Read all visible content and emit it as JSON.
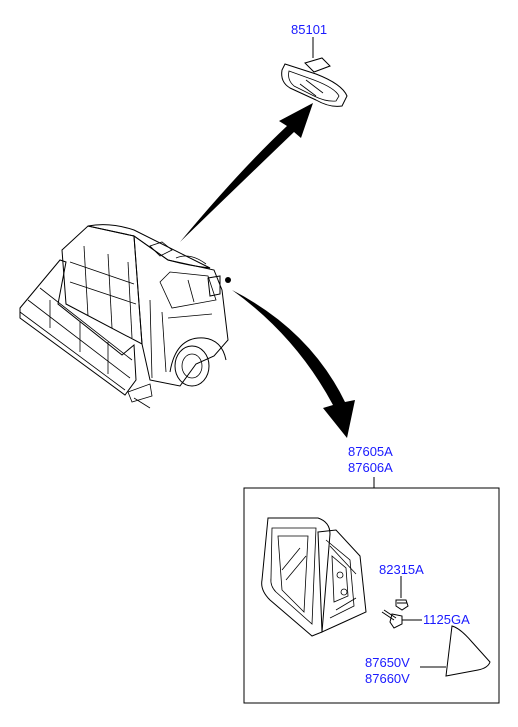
{
  "parts": {
    "inside_mirror": "85101",
    "outside_mirror_lh": "87605A",
    "outside_mirror_rh": "87606A",
    "screw_a": "82315A",
    "screw_b": "1125GA",
    "garnish_lh": "87650V",
    "garnish_rh": "87660V"
  },
  "colors": {
    "label": "#1a1aff",
    "line": "#000000"
  }
}
